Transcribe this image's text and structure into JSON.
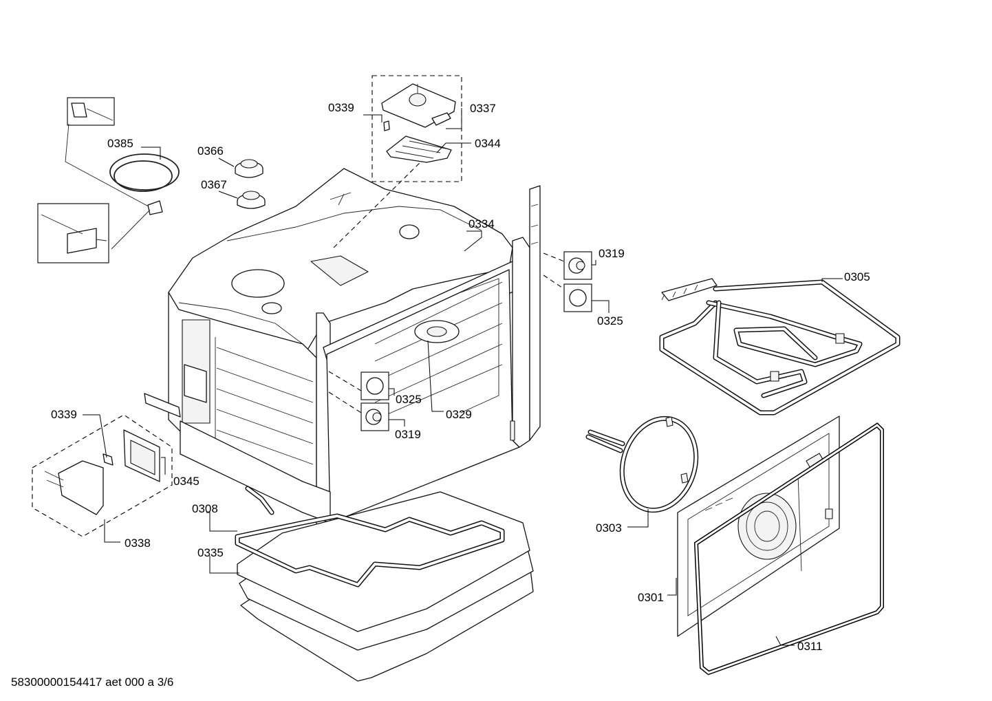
{
  "callouts": {
    "c0339a": "0339",
    "c0337": "0337",
    "c0344": "0344",
    "c0385": "0385",
    "c0366": "0366",
    "c0367": "0367",
    "c0334": "0334",
    "c0319a": "0319",
    "c0325a": "0325",
    "c0305": "0305",
    "c0325b": "0325",
    "c0319b": "0319",
    "c0329": "0329",
    "c0339b": "0339",
    "c0345": "0345",
    "c0338": "0338",
    "c0308": "0308",
    "c0335": "0335",
    "c0303": "0303",
    "c0301": "0301",
    "c0311": "0311"
  },
  "footer": {
    "document_code": "58300000154417 aet 000 a 3/6"
  }
}
